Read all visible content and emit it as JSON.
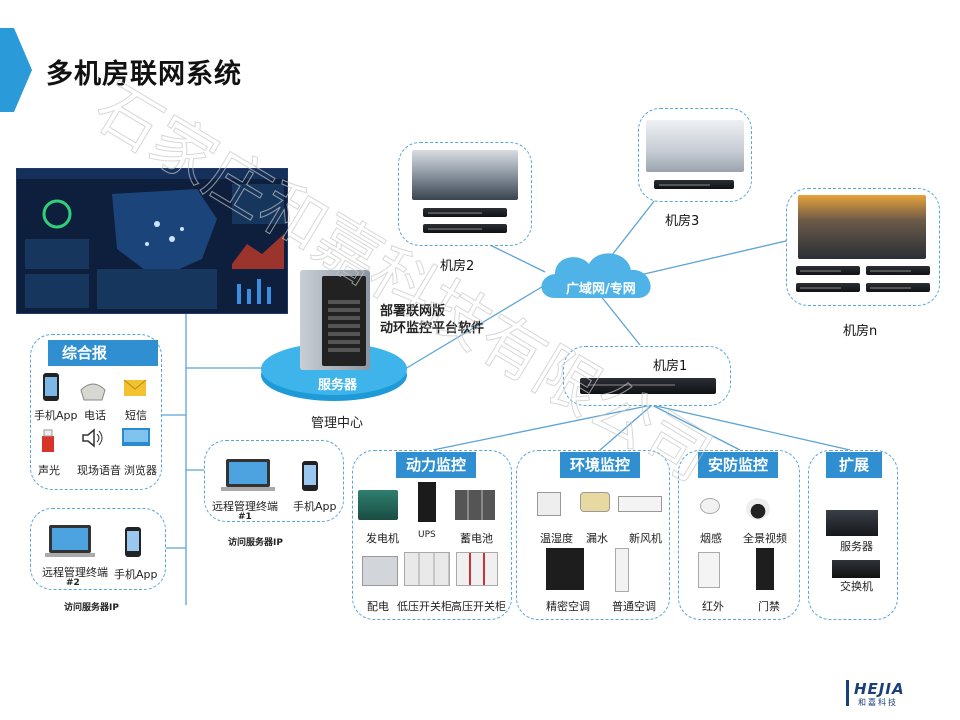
{
  "page": {
    "title": "多机房联网系统"
  },
  "watermark": {
    "text": "石家庄和嘉科技有限公司"
  },
  "center": {
    "software_line1": "部署联网版",
    "software_line2": "动环监控平台软件",
    "server_label": "服务器",
    "mgmt_label": "管理中心"
  },
  "network": {
    "cloud_label": "广域网/专网"
  },
  "rooms": {
    "r1": "机房1",
    "r2": "机房2",
    "r3": "机房3",
    "rn": "机房n"
  },
  "alarm": {
    "title": "综合报",
    "items": [
      "手机App",
      "电话",
      "短信",
      "声光",
      "现场语音",
      "浏览器"
    ]
  },
  "remote1": {
    "terminal_line1": "远程管理终端",
    "terminal_line2": "#1",
    "phone": "手机App",
    "caption": "访问服务器IP"
  },
  "remote2": {
    "terminal_line1": "远程管理终端",
    "terminal_line2": "#2",
    "phone": "手机App",
    "caption": "访问服务器IP"
  },
  "power": {
    "title": "动力监控",
    "items": [
      "发电机",
      "UPS",
      "蓄电池",
      "配电",
      "低压开关柜",
      "高压开关柜"
    ]
  },
  "env": {
    "title": "环境监控",
    "items": [
      "温湿度",
      "漏水",
      "新风机",
      "精密空调",
      "普通空调"
    ]
  },
  "security": {
    "title": "安防监控",
    "items": [
      "烟感",
      "全景视频",
      "红外",
      "门禁"
    ]
  },
  "expand": {
    "title": "扩展",
    "items": [
      "服务器",
      "交换机"
    ]
  },
  "logo": {
    "text": "HEJIA",
    "sub": "和嘉科技"
  },
  "colors": {
    "accent": "#2f8fd0",
    "dash": "#5aa6d6",
    "line": "#5ba4d4",
    "cloud": "#4fb3e8"
  }
}
